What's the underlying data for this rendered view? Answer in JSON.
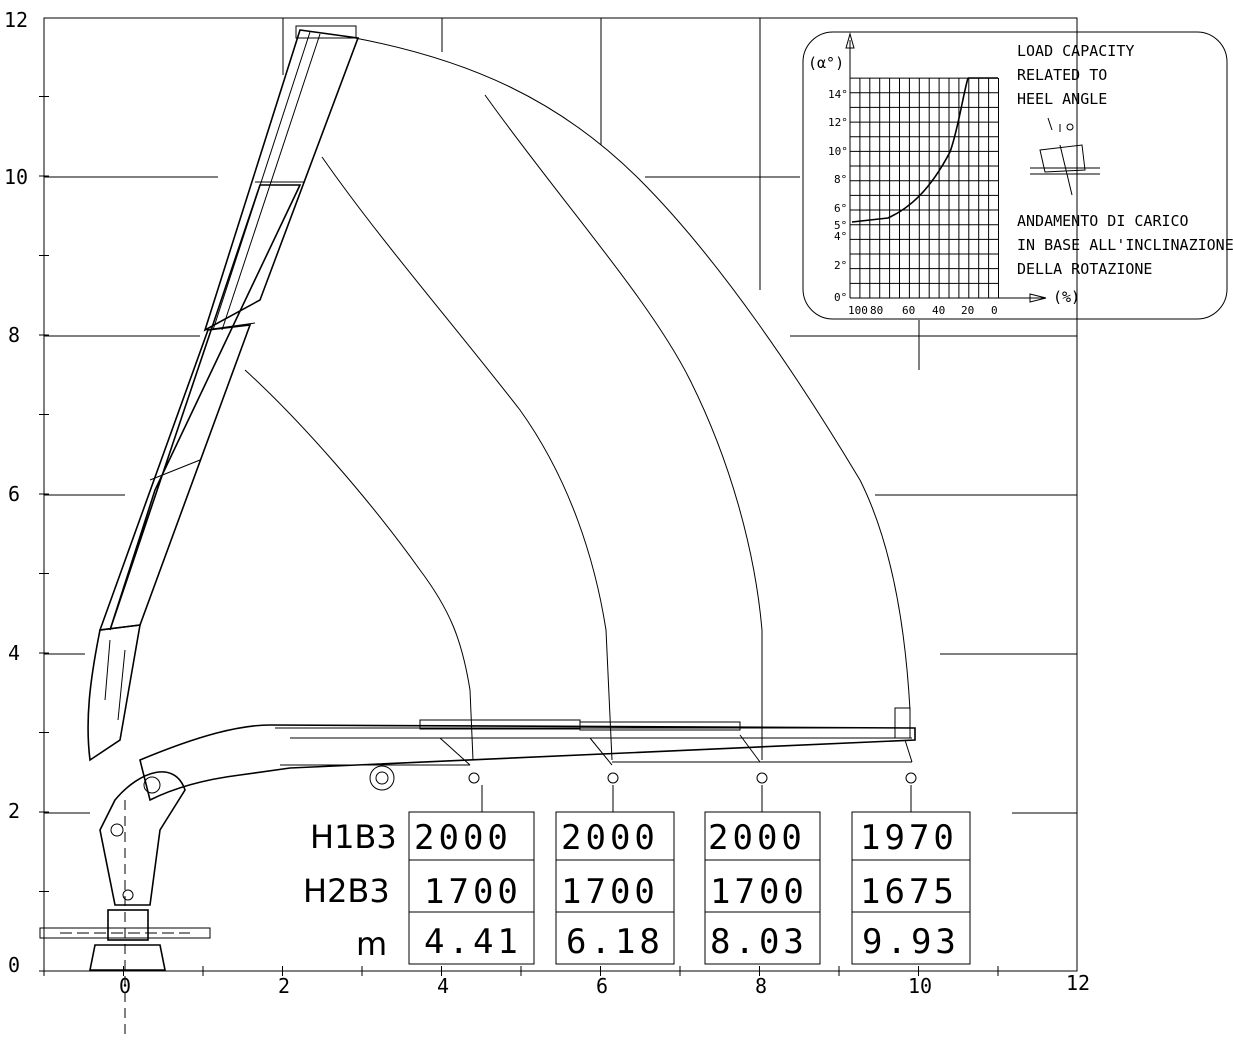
{
  "axes": {
    "x_ticks": [
      "0",
      "2",
      "4",
      "6",
      "8",
      "10",
      "12"
    ],
    "y_ticks": [
      "0",
      "2",
      "4",
      "6",
      "8",
      "10",
      "12"
    ]
  },
  "load_table": {
    "rows": [
      {
        "label": "H1B3",
        "values": [
          "2000",
          "2000",
          "2000",
          "1970"
        ]
      },
      {
        "label": "H2B3",
        "values": [
          "1700",
          "1700",
          "1700",
          "1675"
        ]
      },
      {
        "label": "m",
        "values": [
          "4.41",
          "6.18",
          "8.03",
          "9.93"
        ]
      }
    ]
  },
  "inset": {
    "y_axis_label": "(α°)",
    "y_ticks": [
      "0°",
      "2°",
      "4°",
      "5°",
      "6°",
      "8°",
      "10°",
      "12°",
      "14°"
    ],
    "x_ticks": [
      "100",
      "80",
      "60",
      "40",
      "20",
      "0"
    ],
    "x_axis_label": "(%)",
    "title_en": [
      "LOAD CAPACITY",
      "RELATED TO",
      "HEEL ANGLE"
    ],
    "title_it": [
      "ANDAMENTO DI CARICO",
      "IN BASE ALL'INCLINAZIONE",
      "DELLA ROTAZIONE"
    ]
  }
}
